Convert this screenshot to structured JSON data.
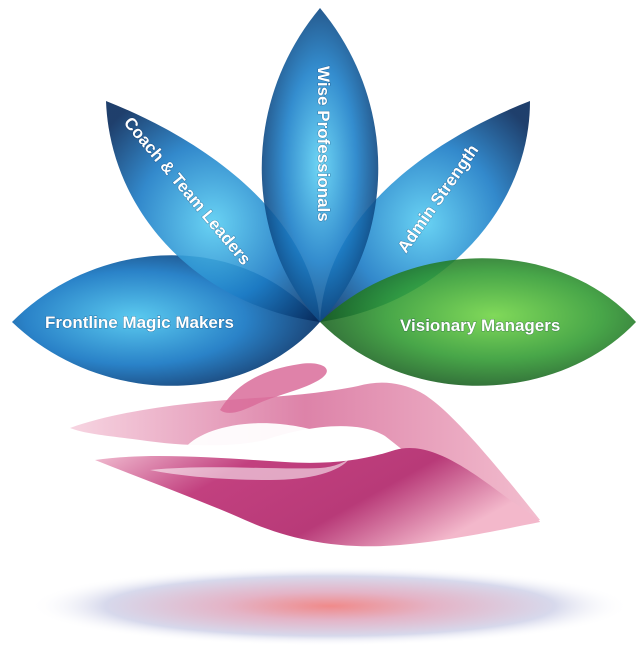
{
  "petals": [
    {
      "id": "frontline",
      "label": "Frontline Magic Makers",
      "color": "#0d5fae"
    },
    {
      "id": "coach",
      "label": "Coach & Team Leaders",
      "color": "#0d5fae"
    },
    {
      "id": "wise",
      "label": "Wise Professionals",
      "color": "#0d5fae"
    },
    {
      "id": "admin",
      "label": "Admin Strength",
      "color": "#0d5fae"
    },
    {
      "id": "visionary",
      "label": "Visionary Managers",
      "color": "#3a9a2e"
    }
  ],
  "colors": {
    "petal_blue_light": "#4fc6ee",
    "petal_blue_dark": "#062a5c",
    "petal_green_light": "#62c93e",
    "petal_green_dark": "#145a1c",
    "hand_pink": "#c03c7e",
    "hand_light": "#f1bcd0",
    "shadow_center": "#f08a8a",
    "shadow_edge": "#d7d9ec"
  },
  "icons": {
    "hand": "open-palm-hand-icon",
    "flower": "lotus-flower-icon"
  }
}
